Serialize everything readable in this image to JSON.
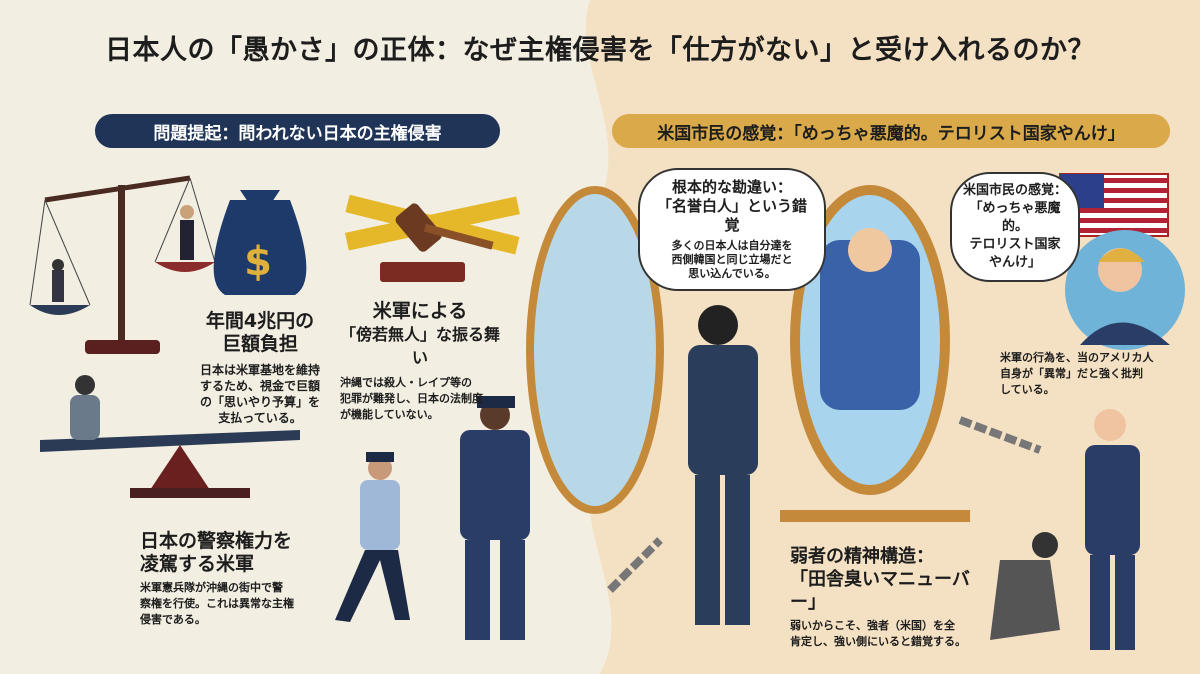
{
  "title": "日本人の「愚かさ」の正体：なぜ主権侵害を「仕方がない」と受け入れるのか？",
  "left_banner": "問題提起：問われない日本の主権侵害",
  "right_banner": "米国市民の感覚：「めっちゃ悪魔的。テロリスト国家やんけ」",
  "burden": {
    "heading": [
      "年間4兆円の",
      "巨額負担"
    ],
    "body": [
      "日本は米軍基地を維持",
      "するため、視金で巨額",
      "の「思いやり予算」を",
      "支払っている。"
    ],
    "icon_symbol": "$"
  },
  "arrogance": {
    "heading": [
      "米軍による",
      "「傍若無人」な振る舞い"
    ],
    "body": [
      "沖縄では殺人・レイプ等の",
      "犯罪が難発し、日本の法制度",
      "が機能していない。"
    ]
  },
  "police": {
    "heading": [
      "日本の警察権力を",
      "凌駕する米軍"
    ],
    "body": [
      "米軍憲兵隊が沖縄の街中で警",
      "察権を行使。これは異常な主権",
      "侵害である。"
    ]
  },
  "misconception": {
    "heading": [
      "根本的な勘違い：",
      "「名誉白人」という錯覚"
    ],
    "body": [
      "多くの日本人は自分達を",
      "西側韓国と同じ立場だと",
      "思い込んでいる。"
    ]
  },
  "us_citizen": {
    "bubble": [
      "米国市民の感覚：",
      "「めっちゃ悪魔的。",
      "テロリスト国家",
      "やんけ」"
    ],
    "body": [
      "米軍の行為を、当のアメリカ人",
      "自身が「異常」だと強く批判",
      "している。"
    ]
  },
  "weak": {
    "heading": [
      "弱者の精神構造：",
      "「田舎臭いマニューバー」"
    ],
    "body": [
      "弱いからこそ、強者（米国）を全",
      "肯定し、強い側にいると錯覚する。"
    ]
  },
  "colors": {
    "navy": "#1f3457",
    "gold": "#d9a94a",
    "cream": "#f3eee2",
    "peach": "#f4e0c2"
  }
}
